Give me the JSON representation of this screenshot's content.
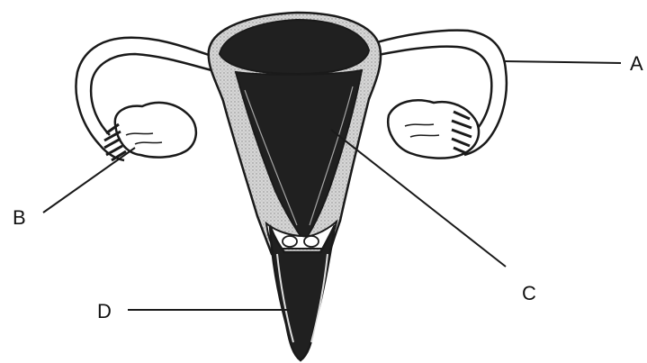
{
  "diagram": {
    "labels": {
      "a": "A",
      "b": "B",
      "c": "C",
      "d": "D"
    }
  },
  "colors": {
    "outline": "#1a1a1a",
    "dark_fill": "#202020",
    "stipple_fill": "#c8c8c8",
    "background": "#ffffff"
  }
}
